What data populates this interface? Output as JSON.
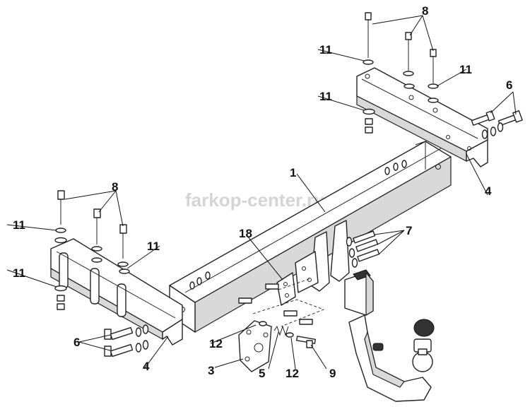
{
  "watermark": "farkop-center.ru",
  "labels": {
    "l1": "1",
    "l3": "3",
    "l4a": "4",
    "l4b": "4",
    "l5": "5",
    "l6a": "6",
    "l6b": "6",
    "l7": "7",
    "l8a": "8",
    "l8b": "8",
    "l9": "9",
    "l11a": "11",
    "l11b": "11",
    "l11c": "11",
    "l11d": "11",
    "l11e": "11",
    "l11f": "11",
    "l12a": "12",
    "l12b": "12",
    "l18": "18"
  }
}
